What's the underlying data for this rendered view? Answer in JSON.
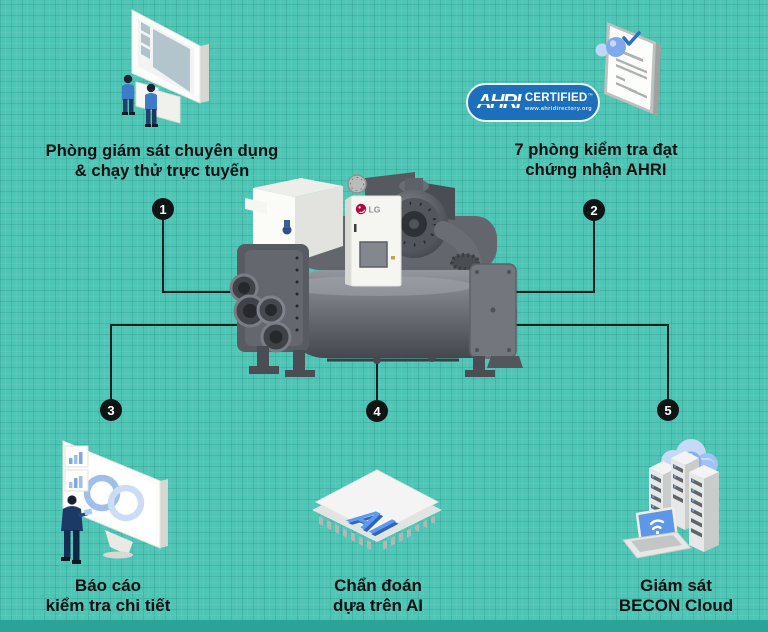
{
  "colors": {
    "background_teal": "#4EC5B5",
    "bottom_band": "#2BA396",
    "ahri_blue": "#1C6FBA",
    "marker_black": "#0F1515",
    "text_black": "#0B1013",
    "lg_red": "#A50034",
    "illustration_blue": "#4A8FE0"
  },
  "steps": [
    {
      "number": "1",
      "line1": "Phòng giám sát chuyên dụng",
      "line2": "& chạy thử trực tuyến"
    },
    {
      "number": "2",
      "line1": "7 phòng kiểm tra đạt",
      "line2": "chứng nhận AHRI"
    },
    {
      "number": "3",
      "line1": "Báo cáo",
      "line2": "kiểm tra chi tiết"
    },
    {
      "number": "4",
      "line1": "Chẩn đoán",
      "line2": "dựa trên AI"
    },
    {
      "number": "5",
      "line1": "Giám sát",
      "line2": "BECON Cloud"
    }
  ],
  "ahri_badge": {
    "brand": "AHRI",
    "certified": "CERTIFIED",
    "trademark": "™",
    "url": "www.ahridirectory.org"
  },
  "machine": {
    "brand_logo": "LG"
  },
  "ai_chip": {
    "label": "AI"
  }
}
